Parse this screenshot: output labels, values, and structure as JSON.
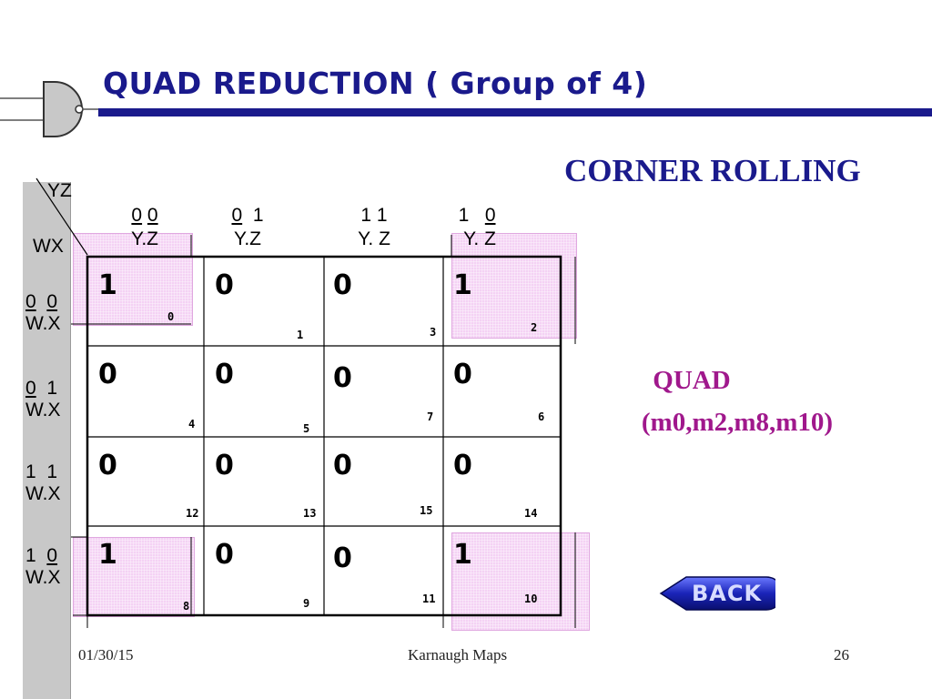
{
  "slide": {
    "title": "QUAD REDUCTION ( Group of 4)",
    "subtitle": "CORNER  ROLLING",
    "quad_label": "QUAD",
    "quad_terms": "(m0,m2,m8,m10)"
  },
  "kmap": {
    "corner_top": "YZ",
    "corner_left": "WX",
    "columns": [
      {
        "bits_a": "0",
        "bits_b": "0",
        "label": "Y.Z"
      },
      {
        "bits_a": "0",
        "bits_b": "1",
        "label": "Y.Z"
      },
      {
        "bits_a": "1",
        "bits_b": "1",
        "label": "Y. Z"
      },
      {
        "bits_a": "1",
        "bits_b": "0",
        "label": "Y. Z"
      }
    ],
    "rows": [
      {
        "bits_a": "0",
        "bits_b": "0",
        "label": "W.X"
      },
      {
        "bits_a": "0",
        "bits_b": "1",
        "label": "W.X"
      },
      {
        "bits_a": "1",
        "bits_b": "1",
        "label": "W.X"
      },
      {
        "bits_a": "1",
        "bits_b": "0",
        "label": "W.X"
      }
    ],
    "cells": [
      [
        {
          "v": "1",
          "i": "0"
        },
        {
          "v": "0",
          "i": "1"
        },
        {
          "v": "0",
          "i": "3"
        },
        {
          "v": "1",
          "i": "2"
        }
      ],
      [
        {
          "v": "0",
          "i": "4"
        },
        {
          "v": "0",
          "i": "5"
        },
        {
          "v": "0",
          "i": "7"
        },
        {
          "v": "0",
          "i": "6"
        }
      ],
      [
        {
          "v": "0",
          "i": "12"
        },
        {
          "v": "0",
          "i": "13"
        },
        {
          "v": "0",
          "i": "15"
        },
        {
          "v": "0",
          "i": "14"
        }
      ],
      [
        {
          "v": "1",
          "i": "8"
        },
        {
          "v": "0",
          "i": "9"
        },
        {
          "v": "0",
          "i": "11"
        },
        {
          "v": "1",
          "i": "10"
        }
      ]
    ],
    "highlight_color": "#f4d2f4"
  },
  "footer": {
    "date": "01/30/15",
    "center": "Karnaugh Maps",
    "page": "26"
  },
  "back_button": {
    "label": "BACK"
  },
  "colors": {
    "title": "#1a1a8c",
    "accent": "#a0188c"
  }
}
